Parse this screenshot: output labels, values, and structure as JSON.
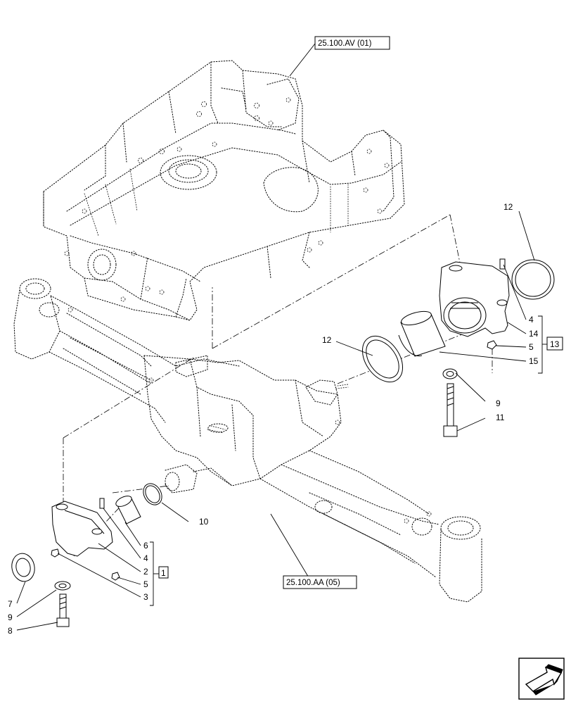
{
  "references": {
    "frame": "25.100.AV (01)",
    "axle": "25.100.AA (05)"
  },
  "group_labels": {
    "left": "1",
    "right": "13"
  },
  "callouts": {
    "c12_top": "12",
    "c12_mid": "12",
    "c4_right": "4",
    "c14": "14",
    "c5_right": "5",
    "c15": "15",
    "c9_right": "9",
    "c11": "11",
    "c10": "10",
    "c6": "6",
    "c4_left": "4",
    "c2": "2",
    "c5_left": "5",
    "c3": "3",
    "c7": "7",
    "c9_left": "9",
    "c8": "8"
  },
  "nav_icon": "arrow-return-icon"
}
